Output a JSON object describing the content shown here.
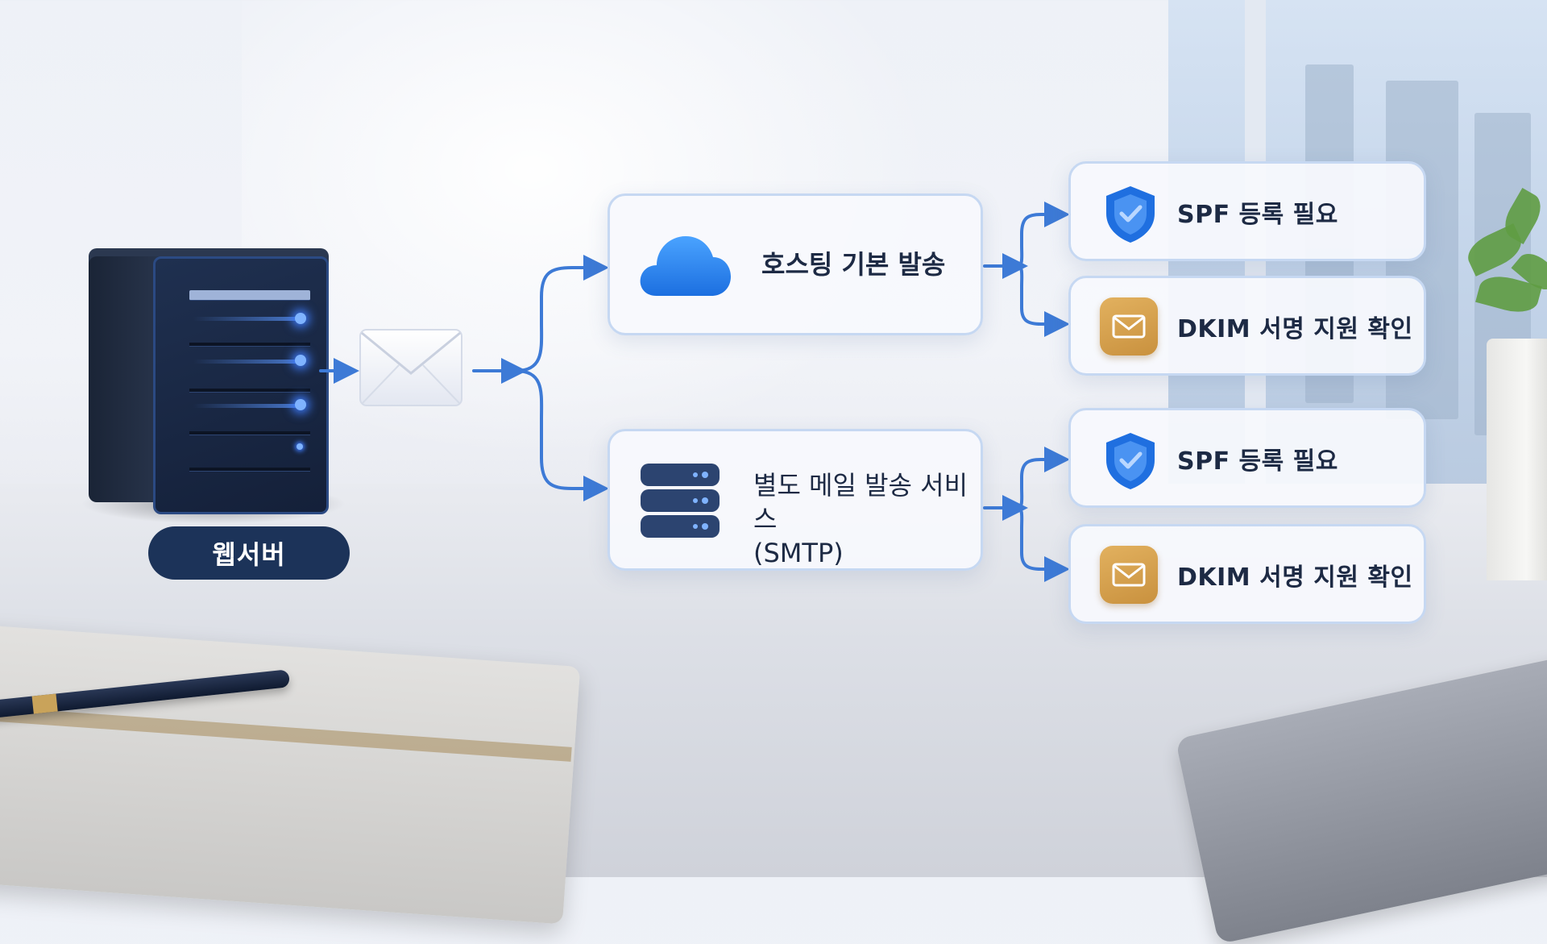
{
  "source": {
    "label": "웹서버",
    "icon": "server-icon"
  },
  "message_icon": "envelope-icon",
  "methods": [
    {
      "title": "호스팅 기본 발송",
      "icon": "cloud-icon",
      "checks": [
        {
          "text": "SPF 등록 필요",
          "icon": "shield-check-icon"
        },
        {
          "text": "DKIM 서명 지원 확인",
          "icon": "mail-icon"
        }
      ]
    },
    {
      "title": "별도 메일 발송 서비스\n(SMTP)",
      "icon": "server-stack-icon",
      "checks": [
        {
          "text": "SPF 등록 필요",
          "icon": "shield-check-icon"
        },
        {
          "text": "DKIM 서명 지원 확인",
          "icon": "mail-icon"
        }
      ]
    }
  ],
  "colors": {
    "arrow": "#3d7ad6",
    "card_border": "#c6d8f2",
    "label_bg": "#1c3359",
    "shield": "#1f6fe0",
    "mail_badge": "#d6a04f",
    "cloud": "#2f86ea",
    "server_stack": "#2c4470"
  }
}
